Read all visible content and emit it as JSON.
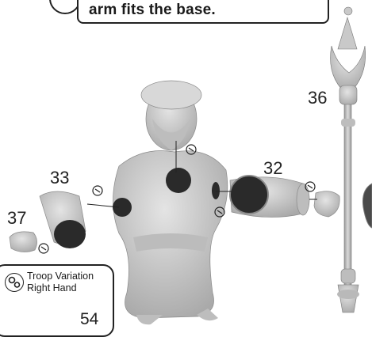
{
  "instruction": {
    "text": "arm fits the base."
  },
  "parts": {
    "head_arm_label": "33",
    "right_arm_label": "32",
    "staff_label": "36",
    "hand_label": "37"
  },
  "troop_variation": {
    "title_line1": "Troop Variation",
    "title_line2": "Right Hand",
    "part_number": "54"
  },
  "icons": [
    "glue-icon",
    "gear-icon"
  ],
  "colors": {
    "miniature_gray": "#c8c8c8",
    "ink": "#1a1a1a",
    "socket_dark": "#2a2a2a"
  }
}
